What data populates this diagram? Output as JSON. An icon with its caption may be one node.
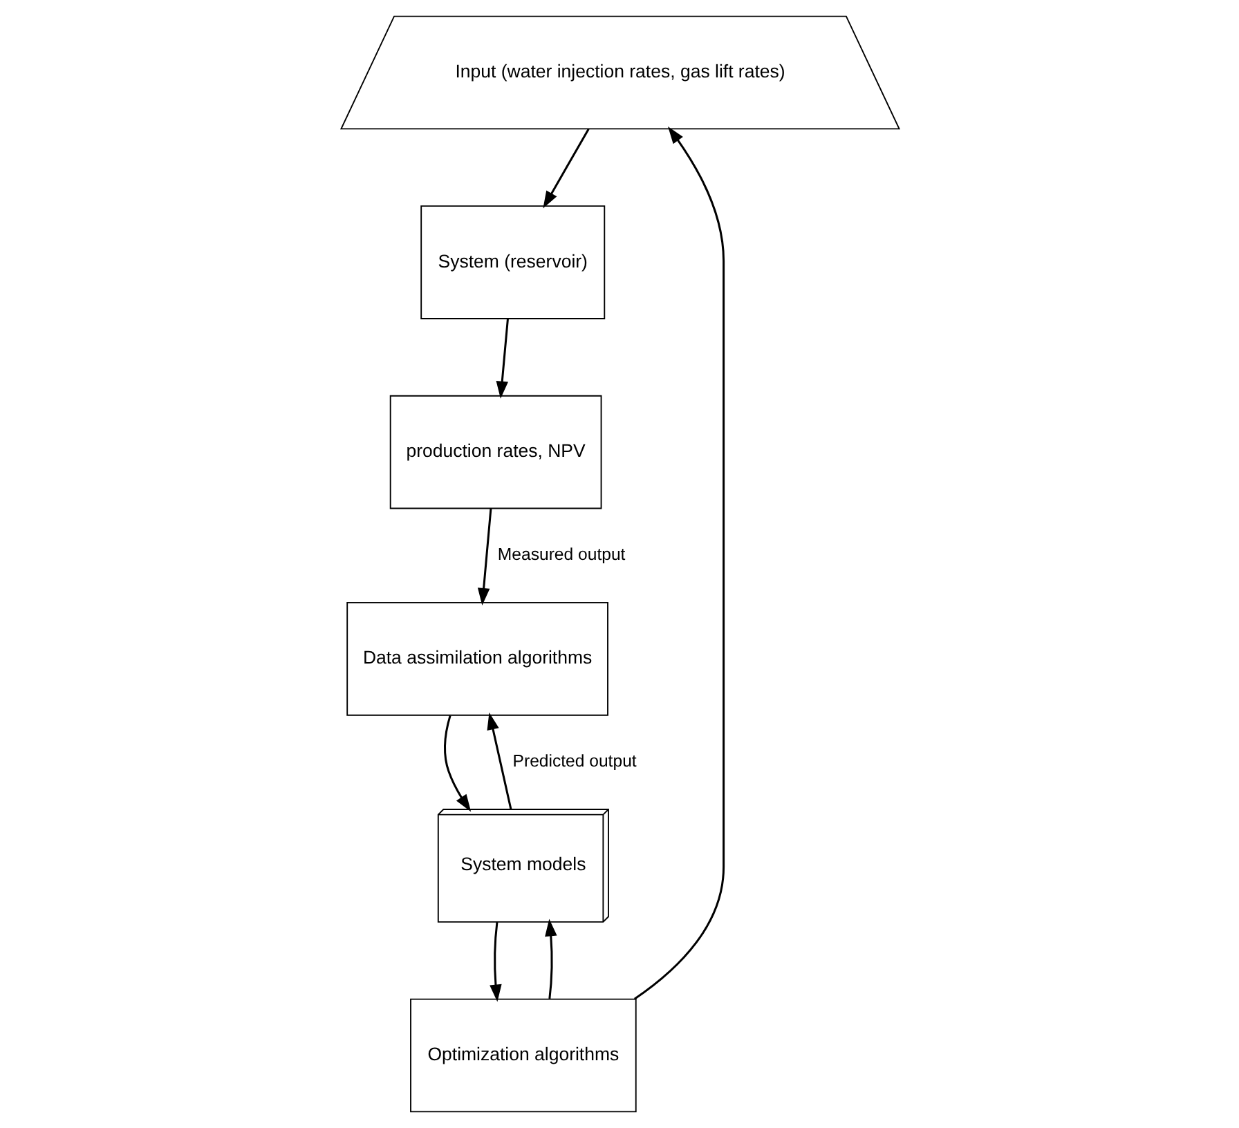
{
  "diagram": {
    "nodes": [
      {
        "text": [
          "Input (water injection rates, gas lift rates)"
        ]
      },
      {
        "text": [
          "System (reservoir)"
        ]
      },
      {
        "text": [
          "production rates, NPV"
        ]
      },
      {
        "text": [
          "Optimization algorithms"
        ]
      },
      {
        "text": [
          "System models"
        ]
      },
      {
        "text": [
          "Data assimilation algorithms"
        ]
      }
    ],
    "edges": [
      {
        "from": 0,
        "to": 1,
        "arrow": "to"
      },
      {
        "from": 1,
        "to": 2,
        "arrow": "to"
      },
      {
        "from": 2,
        "to": 5,
        "arrow": "to",
        "label": "Measured output"
      },
      {
        "from": 5,
        "to": 4,
        "arrow": "to"
      },
      {
        "from": 4,
        "to": 3,
        "arrow": "to"
      },
      {
        "from": 3,
        "to": 0,
        "arrow": "to"
      },
      {
        "from": 3,
        "to": 4,
        "arrow": "to"
      },
      {
        "from": 4,
        "to": 5,
        "arrow": "to",
        "label": "Predicted output"
      }
    ]
  }
}
